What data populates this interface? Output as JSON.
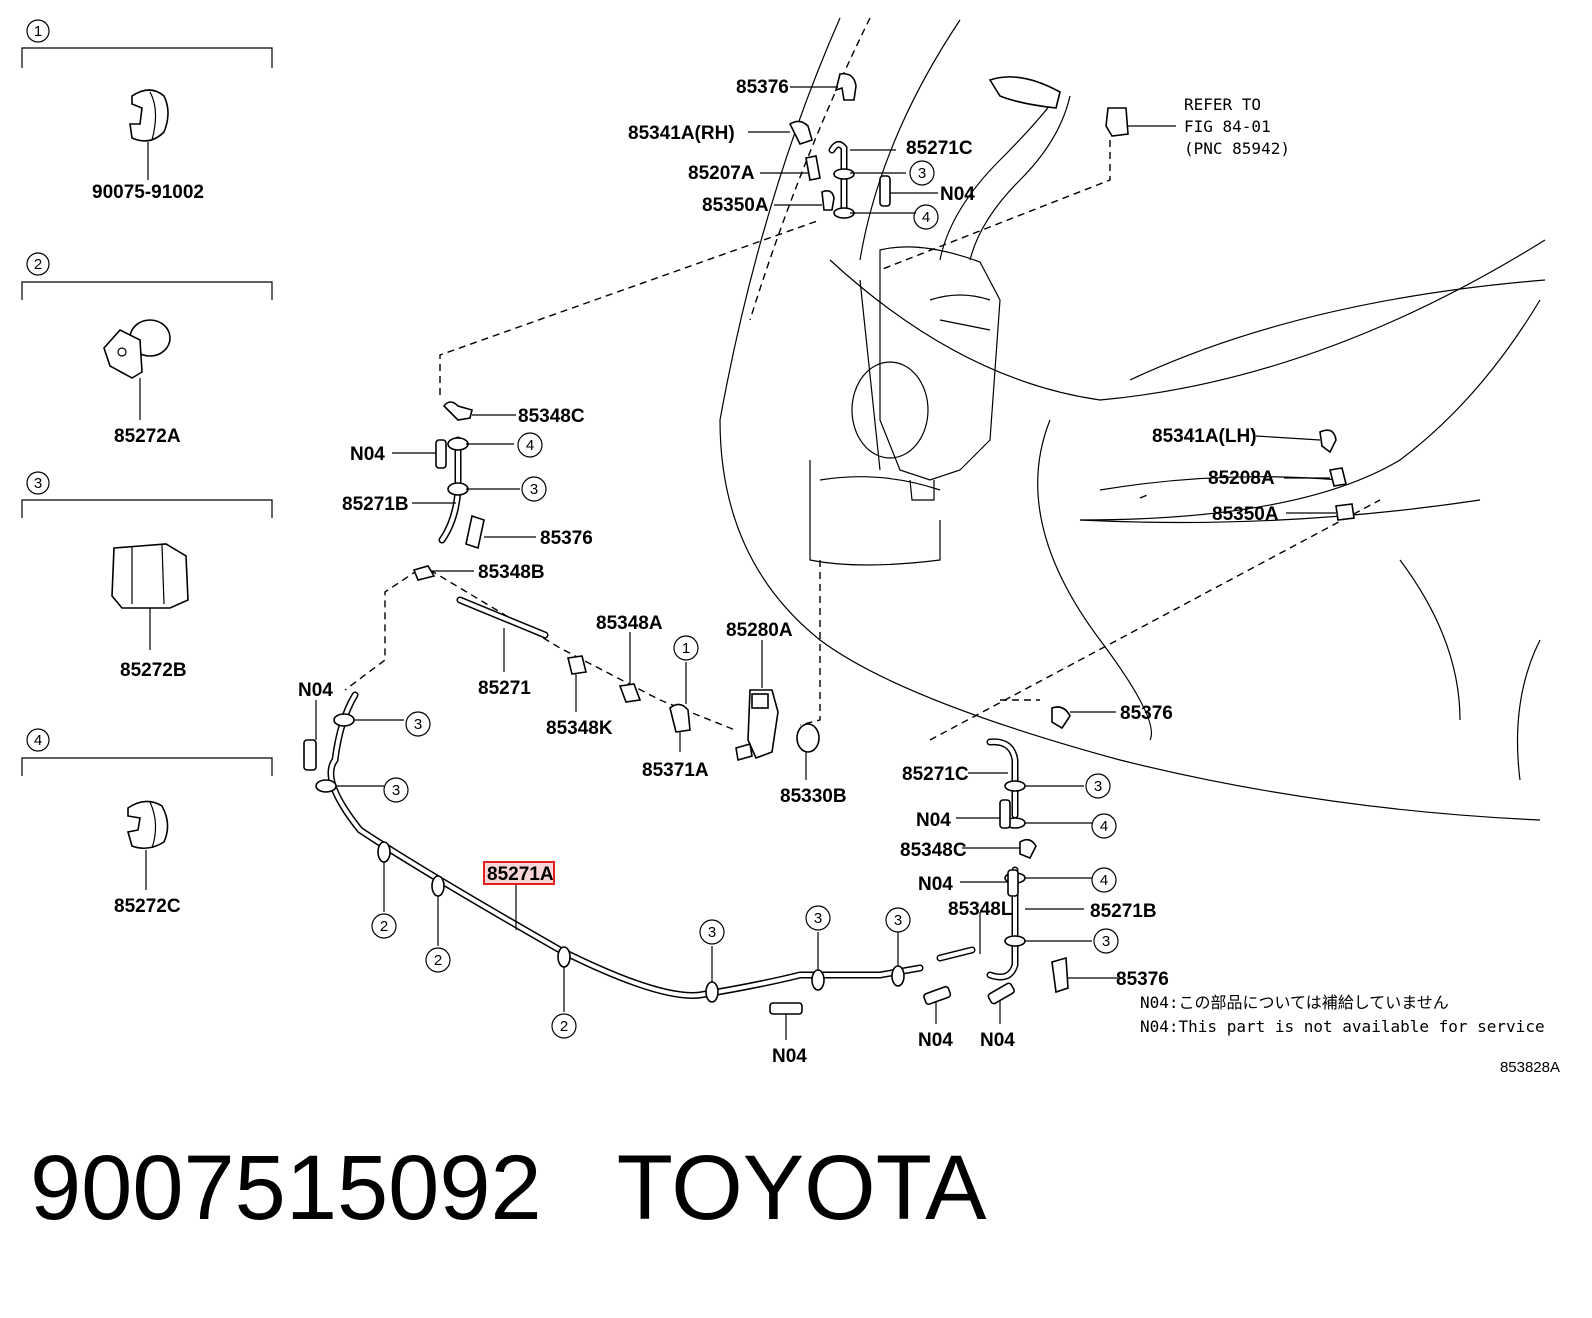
{
  "legend": {
    "items": [
      {
        "num": "1",
        "part": "90075-91002"
      },
      {
        "num": "2",
        "part": "85272A"
      },
      {
        "num": "3",
        "part": "85272B"
      },
      {
        "num": "4",
        "part": "85272C"
      }
    ]
  },
  "labels": {
    "p85376_top": "85376",
    "p85341A_RH": "85341A(RH)",
    "p85271C_top": "85271C",
    "p85207A": "85207A",
    "p85350A_top": "85350A",
    "pN04_top": "N04",
    "refer_line1": "REFER TO",
    "refer_line2": "FIG 84-01",
    "refer_line3": "(PNC 85942)",
    "p85348C_left": "85348C",
    "pN04_left1": "N04",
    "p85271B_left": "85271B",
    "p85376_left": "85376",
    "p85348B": "85348B",
    "p85271": "85271",
    "p85348A": "85348A",
    "p85348K": "85348K",
    "p85371A": "85371A",
    "p85280A": "85280A",
    "p85330B": "85330B",
    "pN04_left2": "N04",
    "p85341A_LH": "85341A(LH)",
    "p85208A": "85208A",
    "p85350A_right": "85350A",
    "p85376_right": "85376",
    "p85271C_right": "85271C",
    "pN04_r1": "N04",
    "p85348C_right": "85348C",
    "pN04_r2": "N04",
    "p85348L": "85348L",
    "p85271B_right": "85271B",
    "p85376_bottom": "85376",
    "p85271A_highlight": "85271A",
    "pN04_b1": "N04",
    "pN04_b2": "N04",
    "pN04_b3": "N04"
  },
  "callouts": {
    "c3": "3",
    "c4": "4",
    "c1": "1",
    "c2": "2"
  },
  "notes": {
    "jp": "N04:この部品については補給していません",
    "en": "N04:This part is not available for service",
    "fig_code": "853828A"
  },
  "footer": {
    "part_number": "9007515092",
    "brand": "TOYOTA"
  },
  "colors": {
    "highlight_border": "#e02020",
    "highlight_fill": "#f6d6d6",
    "ink": "#000000"
  }
}
